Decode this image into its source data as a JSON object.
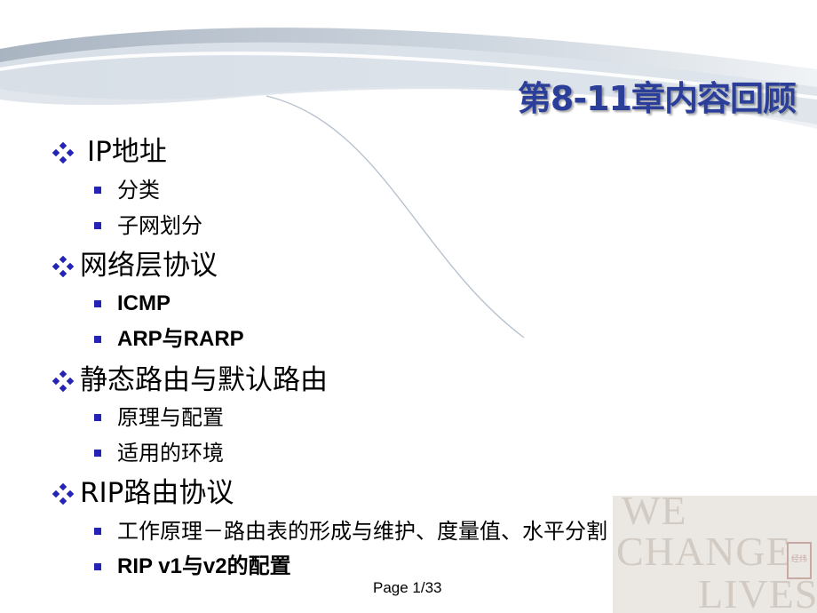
{
  "slide": {
    "title": "第8-11章内容回顾",
    "items": [
      {
        "text": "IP地址",
        "children": [
          "分类",
          "子网划分"
        ]
      },
      {
        "text": "网络层协议",
        "children": [
          "ICMP",
          "ARP与RARP"
        ]
      },
      {
        "text": "静态路由与默认路由",
        "children": [
          "原理与配置",
          "适用的环境"
        ]
      },
      {
        "text": "RIP路由协议",
        "children": [
          "工作原理－路由表的形成与维护、度量值、水平分割",
          "RIP v1与v2的配置"
        ]
      }
    ],
    "footer": "Page 1/33"
  },
  "logo": {
    "line1": "WE",
    "line2": "CHANGE",
    "line3": "LIVES",
    "seal": "经纬"
  },
  "colors": {
    "title": "#2b3f9a",
    "bullet": "#2424b4",
    "swoosh": "#a9b4c3"
  }
}
